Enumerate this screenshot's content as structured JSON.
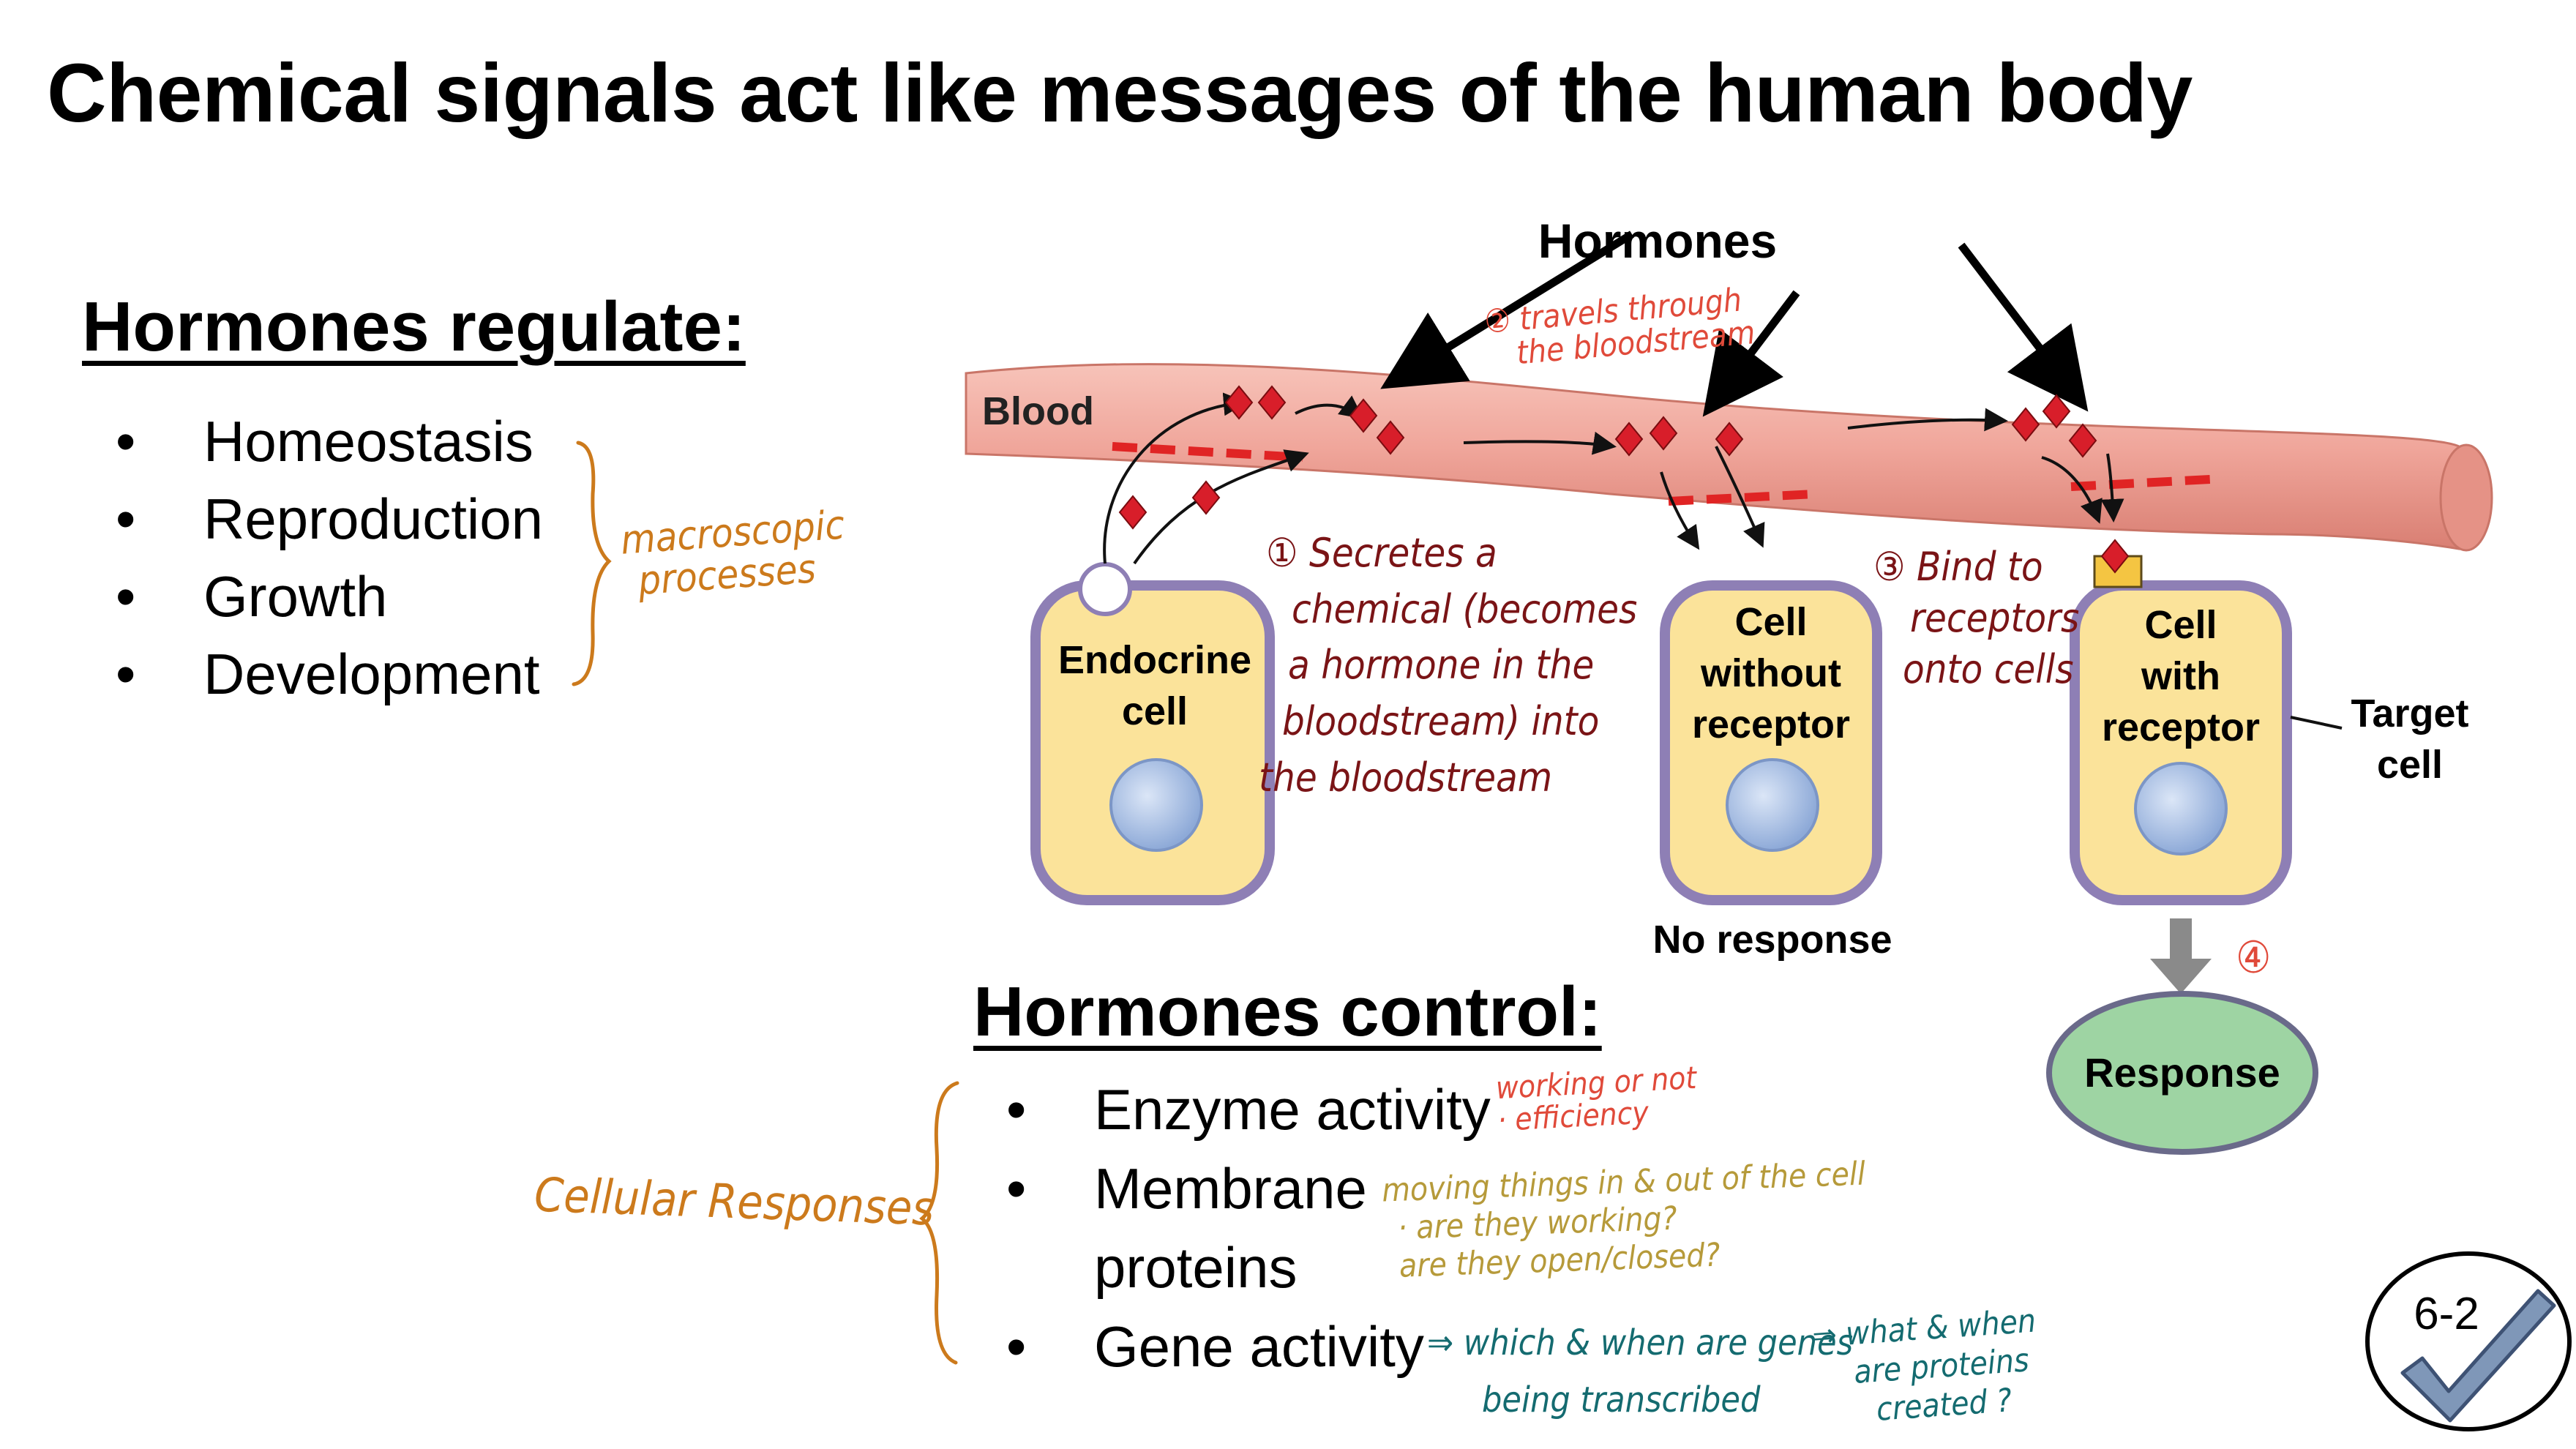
{
  "title": "Chemical signals act like messages of the human body",
  "regulate": {
    "heading": "Hormones regulate:",
    "items": [
      "Homeostasis",
      "Reproduction",
      "Growth",
      "Development"
    ],
    "annotation_lines": [
      "macroscopic",
      "processes"
    ]
  },
  "control": {
    "heading": "Hormones control:",
    "items": [
      "Enzyme activity",
      "Membrane",
      "proteins",
      "Gene activity"
    ],
    "side_label": "Cellular Responses"
  },
  "diagram": {
    "hormones_label": "Hormones",
    "blood_label": "Blood",
    "endocrine_cell": [
      "Endocrine",
      "cell"
    ],
    "cell_without_receptor": [
      "Cell",
      "without",
      "receptor"
    ],
    "cell_with_receptor": [
      "Cell",
      "with",
      "receptor"
    ],
    "target_cell": [
      "Target",
      "cell"
    ],
    "no_response": "No response",
    "response": "Response"
  },
  "notes": {
    "step2": [
      "② travels through",
      "the bloodstream"
    ],
    "step1": [
      "① Secretes a",
      "chemical (becomes",
      "a hormone in the",
      "bloodstream) into",
      "the bloodstream"
    ],
    "step3": [
      "③ Bind to",
      "receptors",
      "onto cells"
    ],
    "step4": "④",
    "enzyme": [
      "working or not",
      "· efficiency"
    ],
    "membrane": [
      "moving things in & out of the cell",
      "· are they working?",
      "are they open/closed?"
    ],
    "gene": "⇒ which & when are genes",
    "gene2": "being transcribed",
    "protein": [
      "⇒ what & when",
      "are proteins",
      "created ?"
    ]
  },
  "badge": {
    "label": "6-2"
  },
  "colors": {
    "blood": "#f0a69b",
    "cell_fill": "#fbe39a",
    "cell_border": "#8e7fb5",
    "hormone": "#d81e2a",
    "response_fill": "#9ed4a3",
    "receptor": "#f4c542",
    "checkmark": "#7f97b8"
  }
}
